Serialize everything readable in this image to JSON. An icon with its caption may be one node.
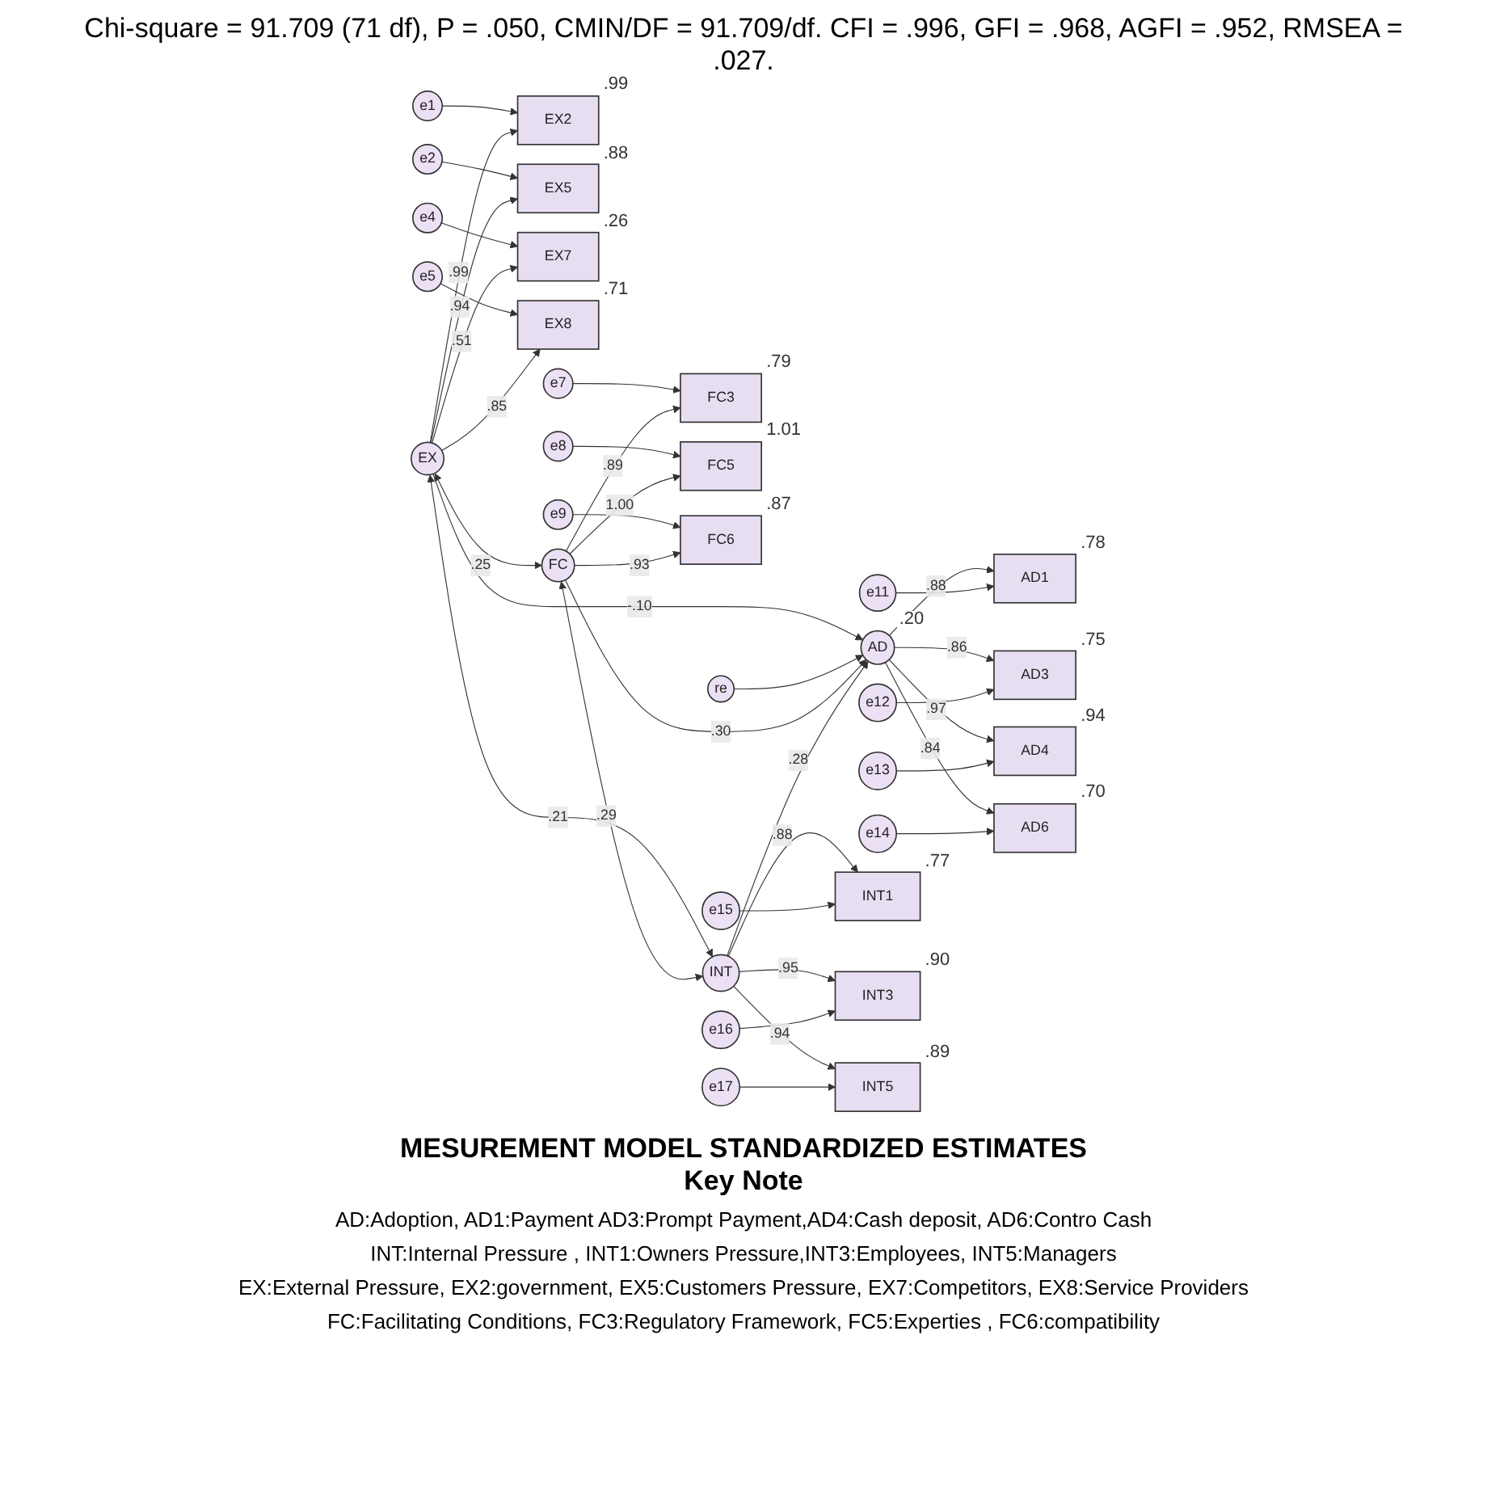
{
  "diagram": {
    "title": "Chi-square = 91.709 (71 df), P = .050, CMIN/DF = 91.709/df. CFI = .996, GFI = .968,  AGFI = .952,  RMSEA = .027.",
    "caption": "MESUREMENT MODEL STANDARDIZED ESTIMATES",
    "nodes": [
      {
        "text": [
          "e1"
        ]
      },
      {
        "text": [
          "EX2"
        ],
        "beside": [
          ".99"
        ]
      },
      {
        "text": [
          "re"
        ]
      },
      {
        "text": [
          "AD1"
        ],
        "beside": [
          ".78"
        ]
      },
      {
        "text": [
          "e11"
        ]
      },
      {
        "text": [
          "e2"
        ]
      },
      {
        "text": [
          "EX5"
        ],
        "beside": [
          ".88"
        ]
      },
      {
        "text": [
          "AD3"
        ],
        "beside": [
          ".75"
        ]
      },
      {
        "text": [
          "e12"
        ]
      },
      {
        "text": [
          "EX"
        ]
      },
      {
        "text": [
          "AD"
        ],
        "beside": [
          ".20"
        ]
      },
      {
        "text": [
          "e4"
        ]
      },
      {
        "text": [
          "EX7"
        ],
        "beside": [
          ".26"
        ]
      },
      {
        "text": [
          "AD4"
        ],
        "beside": [
          ".94"
        ]
      },
      {
        "text": [
          "e13"
        ]
      },
      {
        "text": [
          "AD6"
        ],
        "beside": [
          ".70"
        ]
      },
      {
        "text": [
          "e14"
        ]
      },
      {
        "text": [
          "e5"
        ]
      },
      {
        "text": [
          "EX8"
        ],
        "beside": [
          ".71"
        ]
      },
      {
        "text": [
          "e7"
        ]
      },
      {
        "text": [
          "FC3"
        ],
        "beside": [
          ".79"
        ]
      },
      {
        "text": [
          "INT1"
        ],
        "beside": [
          ".77"
        ]
      },
      {
        "text": [
          "e15"
        ]
      },
      {
        "text": [
          "e8"
        ]
      },
      {
        "text": [
          "FC5"
        ],
        "beside": [
          "1.01"
        ]
      },
      {
        "text": [
          "FC"
        ]
      },
      {
        "text": [
          "INT"
        ]
      },
      {
        "text": [
          "INT3"
        ],
        "beside": [
          ".90"
        ]
      },
      {
        "text": [
          "e16"
        ]
      },
      {
        "text": [
          "e9"
        ]
      },
      {
        "text": [
          "FC6"
        ],
        "beside": [
          ".87"
        ]
      },
      {
        "text": [
          "INT5"
        ],
        "beside": [
          ".89"
        ]
      },
      {
        "text": [
          "e17"
        ]
      }
    ],
    "edges": [
      {
        "from": 0,
        "to": 1,
        "arrow": "to"
      },
      {
        "from": 5,
        "to": 6,
        "arrow": "to"
      },
      {
        "from": 11,
        "to": 12,
        "arrow": "to"
      },
      {
        "from": 17,
        "to": 18,
        "arrow": "to"
      },
      {
        "from": 9,
        "to": 1,
        "label": ".99",
        "arrow": "to"
      },
      {
        "from": 9,
        "to": 6,
        "label": ".94",
        "arrow": "to"
      },
      {
        "from": 9,
        "to": 12,
        "label": ".51",
        "arrow": "to"
      },
      {
        "from": 9,
        "to": 18,
        "label": ".85",
        "arrow": "to"
      },
      {
        "from": 9,
        "to": 10,
        "label": "-.10",
        "arrow": "to"
      },
      {
        "from": 2,
        "to": 10,
        "arrow": "to"
      },
      {
        "from": 10,
        "to": 3,
        "label": ".88",
        "arrow": "to"
      },
      {
        "from": 10,
        "to": 7,
        "label": ".86",
        "arrow": "to"
      },
      {
        "from": 10,
        "to": 13,
        "label": ".97",
        "arrow": "to"
      },
      {
        "from": 10,
        "to": 15,
        "label": ".84",
        "arrow": "to"
      },
      {
        "from": 4,
        "to": 3,
        "arrow": "to"
      },
      {
        "from": 8,
        "to": 7,
        "arrow": "to"
      },
      {
        "from": 14,
        "to": 13,
        "arrow": "to"
      },
      {
        "from": 16,
        "to": 15,
        "arrow": "to"
      },
      {
        "from": 25,
        "to": 10,
        "label": ".30",
        "arrow": "to"
      },
      {
        "from": 9,
        "to": 25,
        "label": ".25",
        "arrow": "both"
      },
      {
        "from": 26,
        "to": 10,
        "label": ".28",
        "arrow": "to"
      },
      {
        "from": 9,
        "to": 26,
        "label": ".21",
        "arrow": "both"
      },
      {
        "from": 19,
        "to": 20,
        "arrow": "to"
      },
      {
        "from": 23,
        "to": 24,
        "arrow": "to"
      },
      {
        "from": 29,
        "to": 30,
        "arrow": "to"
      },
      {
        "from": 25,
        "to": 20,
        "label": ".89",
        "arrow": "to"
      },
      {
        "from": 25,
        "to": 24,
        "label": "1.00",
        "arrow": "to"
      },
      {
        "from": 25,
        "to": 30,
        "label": ".93",
        "arrow": "to"
      },
      {
        "from": 25,
        "to": 26,
        "label": ".29",
        "arrow": "both"
      },
      {
        "from": 26,
        "to": 21,
        "label": ".88",
        "arrow": "to"
      },
      {
        "from": 26,
        "to": 27,
        "label": ".95",
        "arrow": "to"
      },
      {
        "from": 26,
        "to": 31,
        "label": ".94",
        "arrow": "to"
      },
      {
        "from": 22,
        "to": 21,
        "arrow": "to"
      },
      {
        "from": 28,
        "to": 27,
        "arrow": "to"
      },
      {
        "from": 32,
        "to": 31,
        "arrow": "to"
      }
    ],
    "labels": [
      "Key Note",
      "AD:Adoption, AD1:Payment AD3:Prompt Payment,AD4:Cash deposit, AD6:Contro Cash",
      "INT:Internal Pressure , INT1:Owners Pressure,INT3:Employees, INT5:Managers",
      "EX:External Pressure, EX2:government, EX5:Customers Pressure, EX7:Competitors, EX8:Service Providers",
      "FC:Facilitating Conditions, FC3:Regulatory Framework, FC5:Experties , FC6:compatibility"
    ]
  }
}
